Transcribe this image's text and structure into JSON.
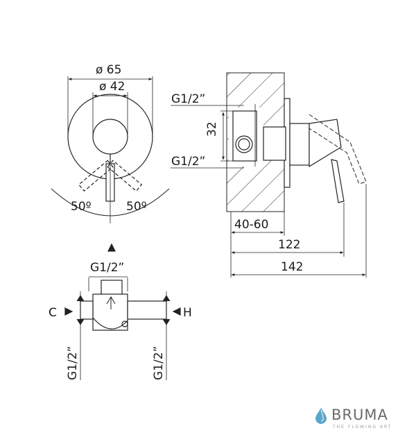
{
  "front_view": {
    "dim_outer_diameter": "ø 65",
    "dim_inner_diameter": "ø 42",
    "angle_left": "50º",
    "angle_right": "50º"
  },
  "side_view": {
    "thread_top": "G1/2”",
    "thread_bottom": "G1/2”",
    "dim_height": "32",
    "dim_wall_depth": "40-60",
    "dim_length_short": "122",
    "dim_length_total": "142"
  },
  "bottom_view": {
    "thread_outlet": "G1/2”",
    "inlet_cold": "C",
    "inlet_hot": "H",
    "thread_left": "G1/2”",
    "thread_right": "G1/2”"
  },
  "brand": {
    "name": "BRUMA",
    "tagline": "THE FLOWING ART",
    "drop_color": "#5aa7c8"
  }
}
